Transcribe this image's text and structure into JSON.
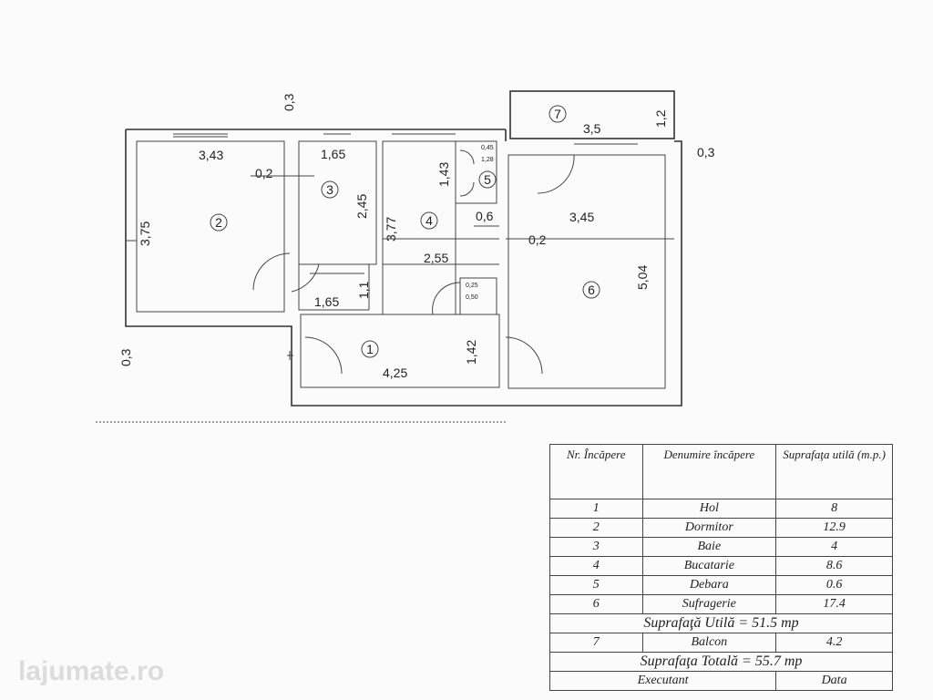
{
  "plan": {
    "rooms": [
      "1",
      "2",
      "3",
      "4",
      "5",
      "6",
      "7"
    ],
    "dims": {
      "top_wall": "0,3",
      "left_wall": "0,3",
      "right_wall": "0,3",
      "balcony_w": "3,5",
      "balcony_h": "1,2",
      "r2_w": "3,43",
      "r2_h": "3,75",
      "wall_02a": "0,2",
      "r3_w": "1,65",
      "r3_h": "2,45",
      "r3_w2": "1,65",
      "r3_h2": "1,1",
      "r4_h": "3,77",
      "r4_h2": "1,43",
      "r4_w": "2,55",
      "r5_a": "0,45",
      "r5_b": "1,28",
      "r5_w": "0,6",
      "wall_02b": "0,2",
      "r6_w": "3,45",
      "r6_h": "5,04",
      "hall_w": "4,25",
      "hall_h": "1,42",
      "small_a": "0,25",
      "small_b": "0,50"
    }
  },
  "table": {
    "headers": [
      "Nr. Încăpere",
      "Denumire încăpere",
      "Suprafaţa utilă (m.p.)"
    ],
    "rows": [
      [
        "1",
        "Hol",
        "8"
      ],
      [
        "2",
        "Dormitor",
        "12.9"
      ],
      [
        "3",
        "Baie",
        "4"
      ],
      [
        "4",
        "Bucatarie",
        "8.6"
      ],
      [
        "5",
        "Debara",
        "0.6"
      ],
      [
        "6",
        "Sufragerie",
        "17.4"
      ]
    ],
    "util": "Suprafaţă Utilă = 51.5 mp",
    "balcon": [
      "7",
      "Balcon",
      "4.2"
    ],
    "total": "Suprafaţa Totală = 55.7 mp",
    "executant": "Executant",
    "data": "Data"
  },
  "watermark": "lajumate.ro"
}
